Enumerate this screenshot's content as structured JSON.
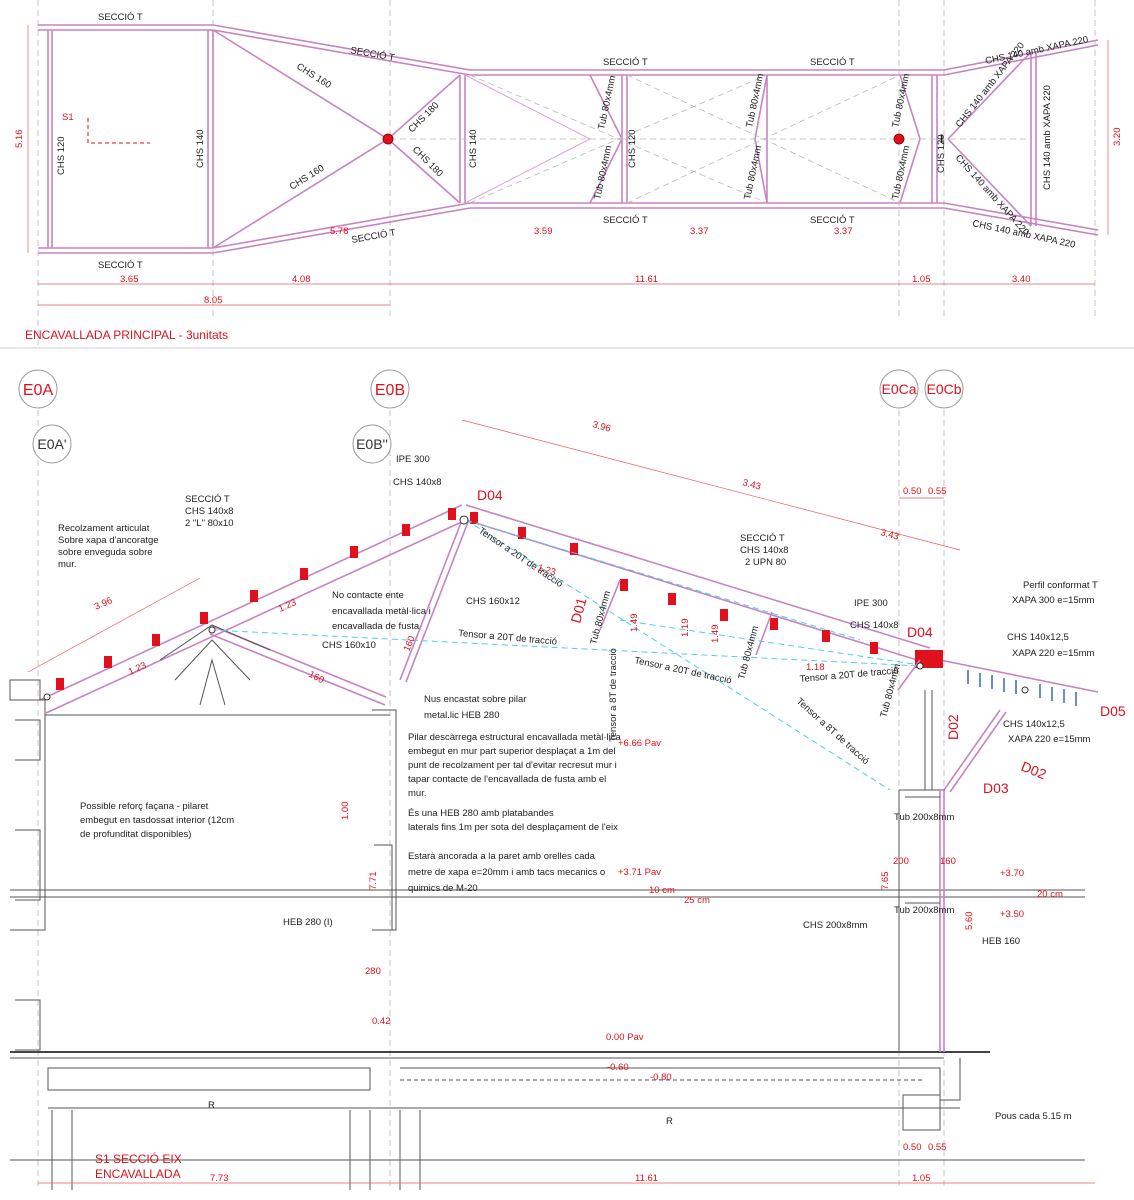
{
  "colors": {
    "annotation_red": "#e0101c",
    "member_pink": "#c783c2",
    "tensor_cyan": "#4fd0e6",
    "linework": "#555555"
  },
  "plan": {
    "title": "ENCAVALLADA PRINCIPAL - 3unitats",
    "height_left": "5.16",
    "height_right": "3.20",
    "seccio_t": "SECCIÓ T",
    "marker": "S1",
    "labels": {
      "chs120": "CHS 120",
      "chs140": "CHS 140",
      "chs160": "CHS 160",
      "chs180": "CHS 180",
      "tub": "Tub 80x4mm",
      "xapa": "CHS 140 amb XAPA 220"
    },
    "dims_row1": [
      "3.65",
      "4.08",
      "11.61",
      "1.05",
      "3.40"
    ],
    "dim_total": "8.05",
    "dims_inner": [
      "5.78",
      "3.59",
      "3.37",
      "3.37"
    ]
  },
  "section": {
    "title_line1": "S1 SECCIÓ EIX",
    "title_line2": "ENCAVALLADA",
    "axes": [
      "E0A",
      "E0B",
      "E0Ca",
      "E0Cb"
    ],
    "sub_axes": [
      "E0A'",
      "E0B''"
    ],
    "top_dims": [
      "3.96",
      "3.43",
      "3.43"
    ],
    "small_dims": [
      "0.50",
      "0.55"
    ],
    "bottom_dims": [
      "7.73",
      "11.61",
      "1.05"
    ],
    "tags": [
      "D04",
      "D04",
      "D01",
      "D02",
      "D02",
      "D03",
      "D05"
    ],
    "labels": {
      "seccio_t_left": [
        "SECCIÓ T",
        "CHS 140x8",
        "2 \"L\" 80x10"
      ],
      "seccio_t_right": [
        "SECCIÓ T",
        "CHS 140x8",
        "2 UPN 80"
      ],
      "ipe": "IPE 300",
      "chs1408": "CHS 140x8",
      "recolzament": [
        "Recolzament articulat",
        "Sobre xapa d'ancoratge",
        "sobre enveguda sobre",
        "mur."
      ],
      "no_contacte": [
        "No contacte ente",
        "encavallada metàl·lica i",
        "encavallada de fusta"
      ],
      "chs160x12": "CHS 160x12",
      "chs160x10": "CHS 160x10",
      "tensor20": "Tensor a 20T de tracció",
      "tensor8": "Tensor a 8T de tracció",
      "tub80": "Tub 80x4mm",
      "perfil": [
        "Perfil conformat T",
        "XAPA  300 e=15mm"
      ],
      "chs140125": [
        "CHS 140x12,5",
        "XAPA  220 e=15mm"
      ],
      "nus": [
        "Nus encastat sobre pilar",
        "metal.lic HEB 280"
      ],
      "pilar": [
        "Pilar descàrrega estructural encavallada metàl·lica",
        "embegut en mur part superior  desplaçat a 1m del",
        "punt de recolzament per tal d'evitar recresut mur i",
        "tapar contacte de l'encavallada de fusta amb el",
        "mur.",
        "És una HEB 280 amb platabandes",
        "laterals fins 1m per sota del desplaçament de l'eix"
      ],
      "ancorada": [
        "Estarà ancorada a la paret amb orelles cada",
        "metre de xapa e=20mm i amb tacs mecanics o",
        "quimics de M-20"
      ],
      "possible": [
        "Possible reforç façana - pilaret",
        "embegut en tasdossat interior (12cm",
        "de profunditat disponibles)"
      ],
      "heb280": "HEB 280 (I)",
      "tub200": "Tub 200x8mm",
      "chs200": "CHS 200x8mm",
      "heb160": "HEB 160",
      "pous": "Pous cada 5.15 m",
      "r": "R"
    },
    "levels": {
      "pav666": "+6.66 Pav",
      "pav371": "+3.71 Pav",
      "pav000": "0.00 Pav",
      "m060": "-0.60",
      "m080": "-0.80",
      "p370": "+3.70",
      "p350": "+3.50"
    },
    "misc": {
      "d123": "1.23",
      "d149": "1.49",
      "d119": "1.19",
      "d118": "1.18",
      "d160": "160",
      "d100": "1.00",
      "d771": "7.71",
      "d765": "7.65",
      "d280": "280",
      "d042": "0.42",
      "d200": "200",
      "d560": "5.60",
      "cm10": "10 cm",
      "cm25": "25 cm",
      "cm20": "20 cm"
    }
  }
}
